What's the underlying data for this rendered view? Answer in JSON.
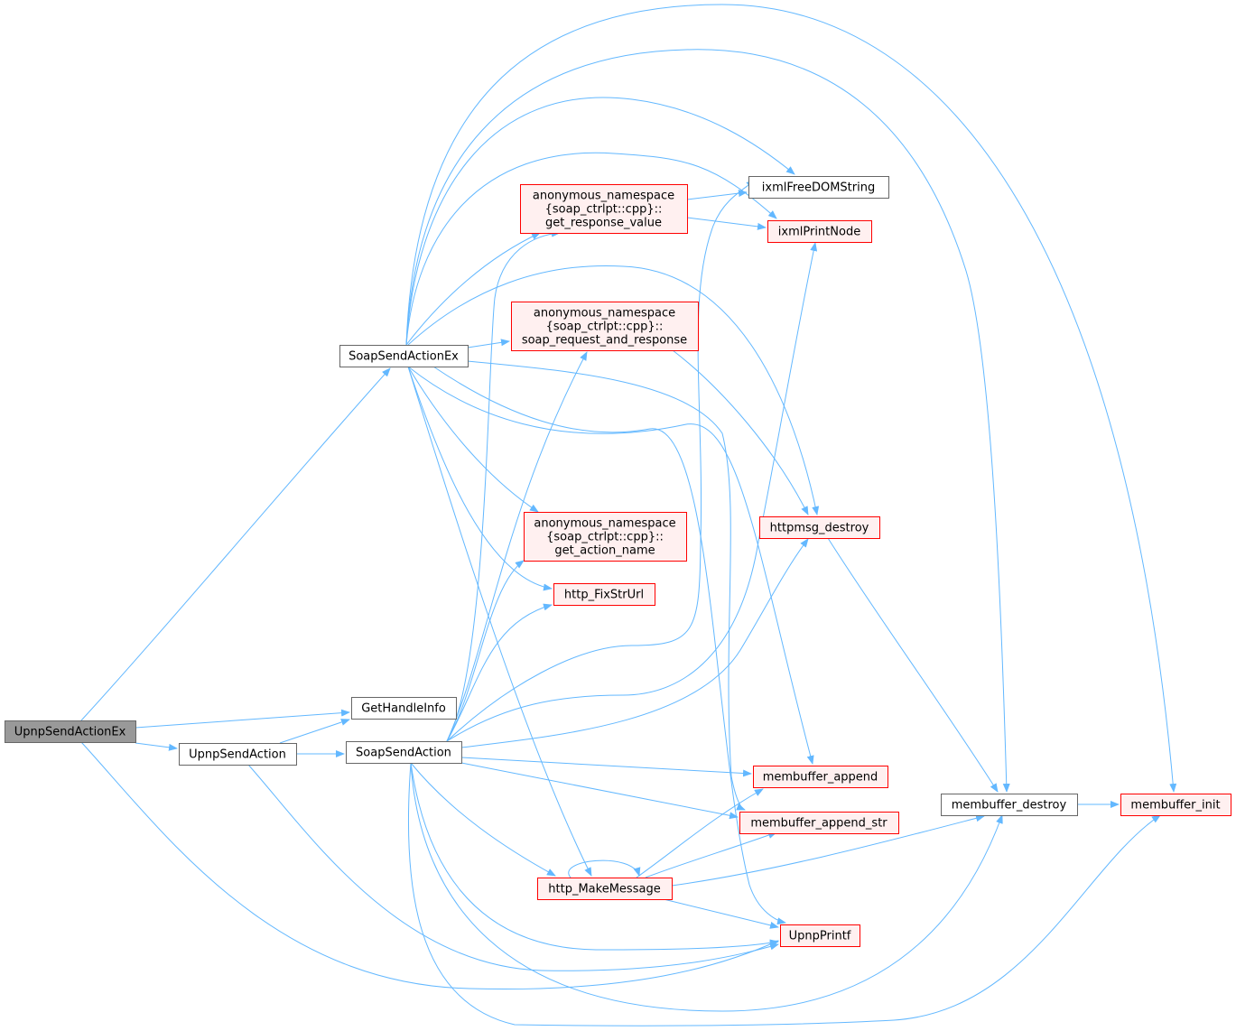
{
  "graph": {
    "colors": {
      "edge": "#63b8ff",
      "root_fill": "#999999",
      "root_border": "#666666",
      "normal_border": "#666666",
      "highlight_fill": "#fff0f0",
      "highlight_border": "#ff0000"
    },
    "nodes": [
      {
        "id": "UpnpSendActionEx",
        "style": "root",
        "lines": [
          "UpnpSendActionEx"
        ]
      },
      {
        "id": "SoapSendActionEx",
        "style": "normal",
        "lines": [
          "SoapSendActionEx"
        ]
      },
      {
        "id": "GetHandleInfo",
        "style": "normal",
        "lines": [
          "GetHandleInfo"
        ]
      },
      {
        "id": "UpnpSendAction",
        "style": "normal",
        "lines": [
          "UpnpSendAction"
        ]
      },
      {
        "id": "SoapSendAction",
        "style": "normal",
        "lines": [
          "SoapSendAction"
        ]
      },
      {
        "id": "get_response_value",
        "style": "red",
        "lines": [
          "anonymous_namespace",
          "{soap_ctrlpt::cpp}::",
          "get_response_value"
        ]
      },
      {
        "id": "soap_request_and_response",
        "style": "red",
        "lines": [
          "anonymous_namespace",
          "{soap_ctrlpt::cpp}::",
          "soap_request_and_response"
        ]
      },
      {
        "id": "get_action_name",
        "style": "red",
        "lines": [
          "anonymous_namespace",
          "{soap_ctrlpt::cpp}::",
          "get_action_name"
        ]
      },
      {
        "id": "http_FixStrUrl",
        "style": "red",
        "lines": [
          "http_FixStrUrl"
        ]
      },
      {
        "id": "http_MakeMessage",
        "style": "red",
        "lines": [
          "http_MakeMessage"
        ]
      },
      {
        "id": "ixmlFreeDOMString",
        "style": "normal",
        "lines": [
          "ixmlFreeDOMString"
        ]
      },
      {
        "id": "ixmlPrintNode",
        "style": "red",
        "lines": [
          "ixmlPrintNode"
        ]
      },
      {
        "id": "httpmsg_destroy",
        "style": "red",
        "lines": [
          "httpmsg_destroy"
        ]
      },
      {
        "id": "membuffer_append",
        "style": "red",
        "lines": [
          "membuffer_append"
        ]
      },
      {
        "id": "membuffer_append_str",
        "style": "red",
        "lines": [
          "membuffer_append_str"
        ]
      },
      {
        "id": "UpnpPrintf",
        "style": "red",
        "lines": [
          "UpnpPrintf"
        ]
      },
      {
        "id": "membuffer_destroy",
        "style": "normal",
        "lines": [
          "membuffer_destroy"
        ]
      },
      {
        "id": "membuffer_init",
        "style": "red",
        "lines": [
          "membuffer_init"
        ]
      }
    ],
    "edges": [
      {
        "from": "UpnpSendActionEx",
        "to": "SoapSendActionEx"
      },
      {
        "from": "UpnpSendActionEx",
        "to": "GetHandleInfo"
      },
      {
        "from": "UpnpSendActionEx",
        "to": "UpnpSendAction"
      },
      {
        "from": "UpnpSendActionEx",
        "to": "UpnpPrintf"
      },
      {
        "from": "UpnpSendAction",
        "to": "GetHandleInfo"
      },
      {
        "from": "UpnpSendAction",
        "to": "SoapSendAction"
      },
      {
        "from": "UpnpSendAction",
        "to": "UpnpPrintf"
      },
      {
        "from": "SoapSendActionEx",
        "to": "get_response_value"
      },
      {
        "from": "SoapSendActionEx",
        "to": "soap_request_and_response"
      },
      {
        "from": "SoapSendActionEx",
        "to": "get_action_name"
      },
      {
        "from": "SoapSendActionEx",
        "to": "http_FixStrUrl"
      },
      {
        "from": "SoapSendActionEx",
        "to": "http_MakeMessage"
      },
      {
        "from": "SoapSendActionEx",
        "to": "ixmlFreeDOMString"
      },
      {
        "from": "SoapSendActionEx",
        "to": "ixmlPrintNode"
      },
      {
        "from": "SoapSendActionEx",
        "to": "httpmsg_destroy"
      },
      {
        "from": "SoapSendActionEx",
        "to": "membuffer_append"
      },
      {
        "from": "SoapSendActionEx",
        "to": "membuffer_append_str"
      },
      {
        "from": "SoapSendActionEx",
        "to": "UpnpPrintf"
      },
      {
        "from": "SoapSendActionEx",
        "to": "membuffer_destroy"
      },
      {
        "from": "SoapSendActionEx",
        "to": "membuffer_init"
      },
      {
        "from": "SoapSendAction",
        "to": "get_response_value"
      },
      {
        "from": "SoapSendAction",
        "to": "soap_request_and_response"
      },
      {
        "from": "SoapSendAction",
        "to": "get_action_name"
      },
      {
        "from": "SoapSendAction",
        "to": "http_FixStrUrl"
      },
      {
        "from": "SoapSendAction",
        "to": "http_MakeMessage"
      },
      {
        "from": "SoapSendAction",
        "to": "ixmlFreeDOMString"
      },
      {
        "from": "SoapSendAction",
        "to": "ixmlPrintNode"
      },
      {
        "from": "SoapSendAction",
        "to": "httpmsg_destroy"
      },
      {
        "from": "SoapSendAction",
        "to": "membuffer_append"
      },
      {
        "from": "SoapSendAction",
        "to": "membuffer_append_str"
      },
      {
        "from": "SoapSendAction",
        "to": "UpnpPrintf"
      },
      {
        "from": "SoapSendAction",
        "to": "membuffer_destroy"
      },
      {
        "from": "SoapSendAction",
        "to": "membuffer_init"
      },
      {
        "from": "get_response_value",
        "to": "ixmlFreeDOMString"
      },
      {
        "from": "get_response_value",
        "to": "ixmlPrintNode"
      },
      {
        "from": "soap_request_and_response",
        "to": "httpmsg_destroy"
      },
      {
        "from": "httpmsg_destroy",
        "to": "membuffer_destroy"
      },
      {
        "from": "http_MakeMessage",
        "to": "http_MakeMessage"
      },
      {
        "from": "http_MakeMessage",
        "to": "membuffer_append"
      },
      {
        "from": "http_MakeMessage",
        "to": "membuffer_append_str"
      },
      {
        "from": "http_MakeMessage",
        "to": "UpnpPrintf"
      },
      {
        "from": "http_MakeMessage",
        "to": "membuffer_destroy"
      },
      {
        "from": "membuffer_destroy",
        "to": "membuffer_init"
      }
    ]
  }
}
